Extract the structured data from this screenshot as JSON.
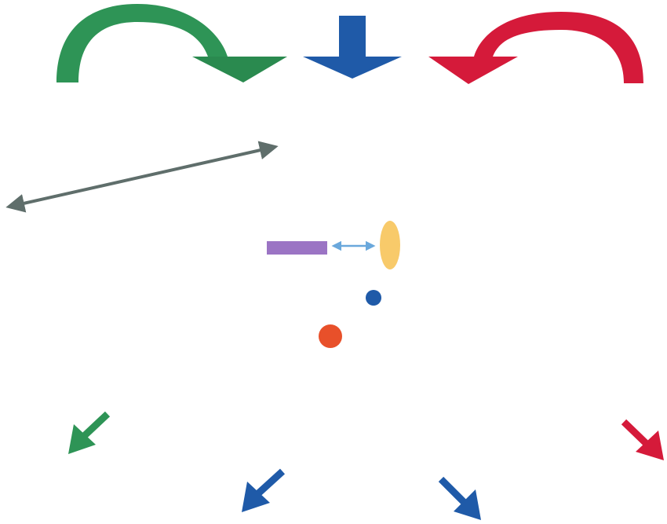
{
  "diagram": {
    "shapes": [
      {
        "id": "curved-arrow-green",
        "kind": "curved-arrow",
        "direction": "right",
        "color": "#2e9456"
      },
      {
        "id": "straight-arrow-blue",
        "kind": "straight-arrow",
        "direction": "down",
        "color": "#1f5aa8"
      },
      {
        "id": "curved-arrow-red",
        "kind": "curved-arrow",
        "direction": "left",
        "color": "#d51a3a"
      },
      {
        "id": "double-arrow-gray",
        "kind": "double-headed-arrow",
        "direction": "diagonal",
        "color": "#5f6e6b"
      },
      {
        "id": "purple-bar",
        "kind": "rectangle",
        "color": "#9b74c4"
      },
      {
        "id": "double-arrow-lightblue",
        "kind": "double-headed-arrow",
        "direction": "horizontal",
        "color": "#6aa8dc"
      },
      {
        "id": "yellow-ellipse",
        "kind": "ellipse",
        "color": "#f8ca6a"
      },
      {
        "id": "blue-dot",
        "kind": "circle",
        "color": "#1f5aa8"
      },
      {
        "id": "orange-dot",
        "kind": "circle",
        "color": "#e8502a"
      },
      {
        "id": "small-arrow-green",
        "kind": "arrow",
        "direction": "down-left",
        "color": "#2e9456"
      },
      {
        "id": "small-arrow-blue-left",
        "kind": "arrow",
        "direction": "down-left",
        "color": "#1f5aa8"
      },
      {
        "id": "small-arrow-blue-right",
        "kind": "arrow",
        "direction": "down-right",
        "color": "#1f5aa8"
      },
      {
        "id": "small-arrow-red",
        "kind": "arrow",
        "direction": "down-right",
        "color": "#d51a3a"
      }
    ]
  }
}
